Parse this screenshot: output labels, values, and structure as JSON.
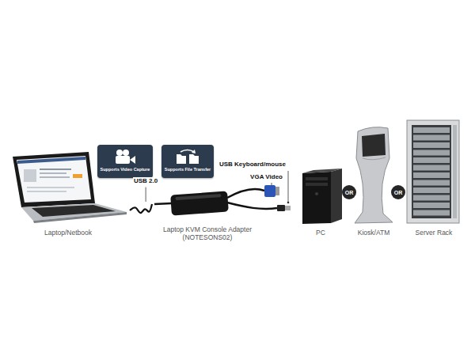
{
  "diagram": {
    "nodes": [
      {
        "text": [
          "Laptop/Netbook"
        ]
      },
      {
        "text": [
          "Supports Video Capture"
        ]
      },
      {
        "text": [
          "Supports File Transfer"
        ]
      },
      {
        "text": [
          "Laptop KVM Console Adapter (NOTESONS02)"
        ]
      },
      {
        "text": [
          "PC"
        ]
      },
      {
        "text": [
          "OR"
        ]
      },
      {
        "text": [
          "Kiosk/ATM"
        ]
      },
      {
        "text": [
          "OR"
        ]
      },
      {
        "text": [
          "Server Rack"
        ]
      }
    ],
    "edges": [
      {
        "from": 0,
        "to": 3,
        "arrow": "none",
        "label": "USB 2.0"
      }
    ],
    "labels": [
      "USB Keyboard/mouse",
      "VGA Video"
    ]
  }
}
